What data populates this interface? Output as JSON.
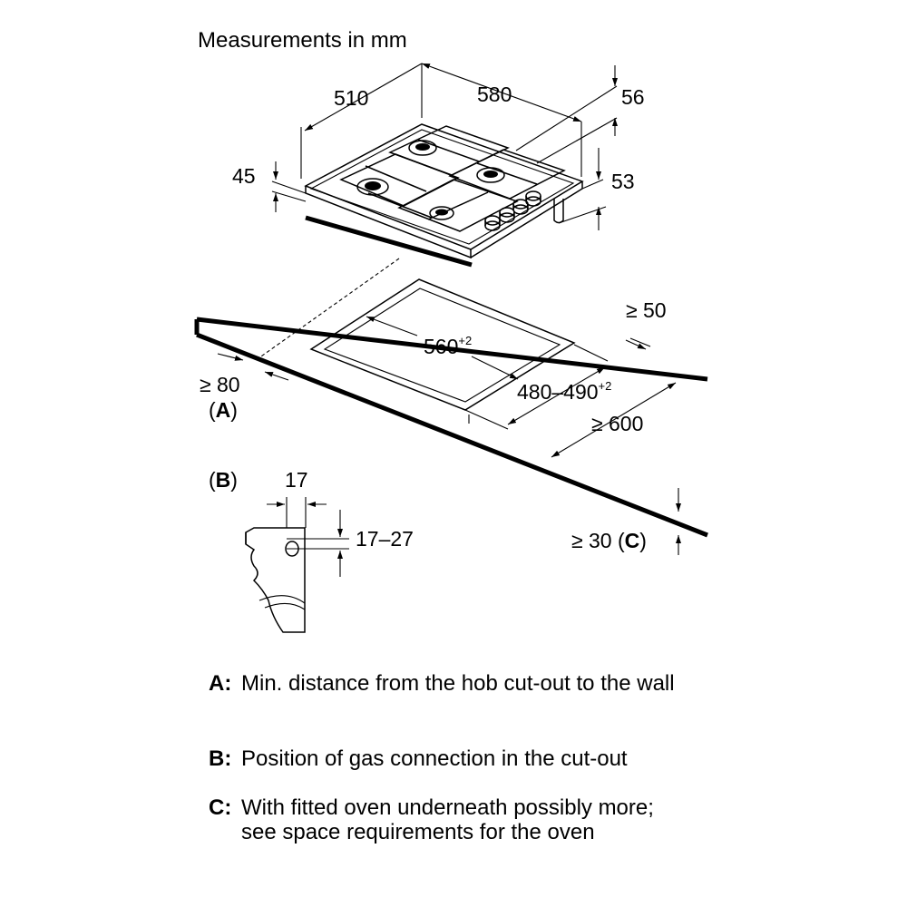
{
  "heading": "Measurements in mm",
  "dimensions": {
    "hob_depth": "510",
    "hob_width": "580",
    "height_total": "56",
    "height_top": "45",
    "height_below": "53",
    "cutout_width": "560",
    "cutout_width_tol": "+2",
    "cutout_depth": "480–490",
    "cutout_depth_tol": "+2",
    "rear_clearance": "≥ 50",
    "wall_distance": "≥ 80",
    "wall_distance_ref": "(A)",
    "front_depth": "≥ 600",
    "worktop": "≥ 30",
    "worktop_ref": "(C)"
  },
  "detail_b": {
    "label": "(B)",
    "width": "17",
    "range": "17–27"
  },
  "legend": [
    {
      "key": "A:",
      "text": "Min. distance from the hob cut-out to the wall"
    },
    {
      "key": "B:",
      "text": "Position of gas connection in the cut-out"
    },
    {
      "key": "C:",
      "text": "With fitted oven underneath possibly more; see space requirements for the oven"
    }
  ]
}
